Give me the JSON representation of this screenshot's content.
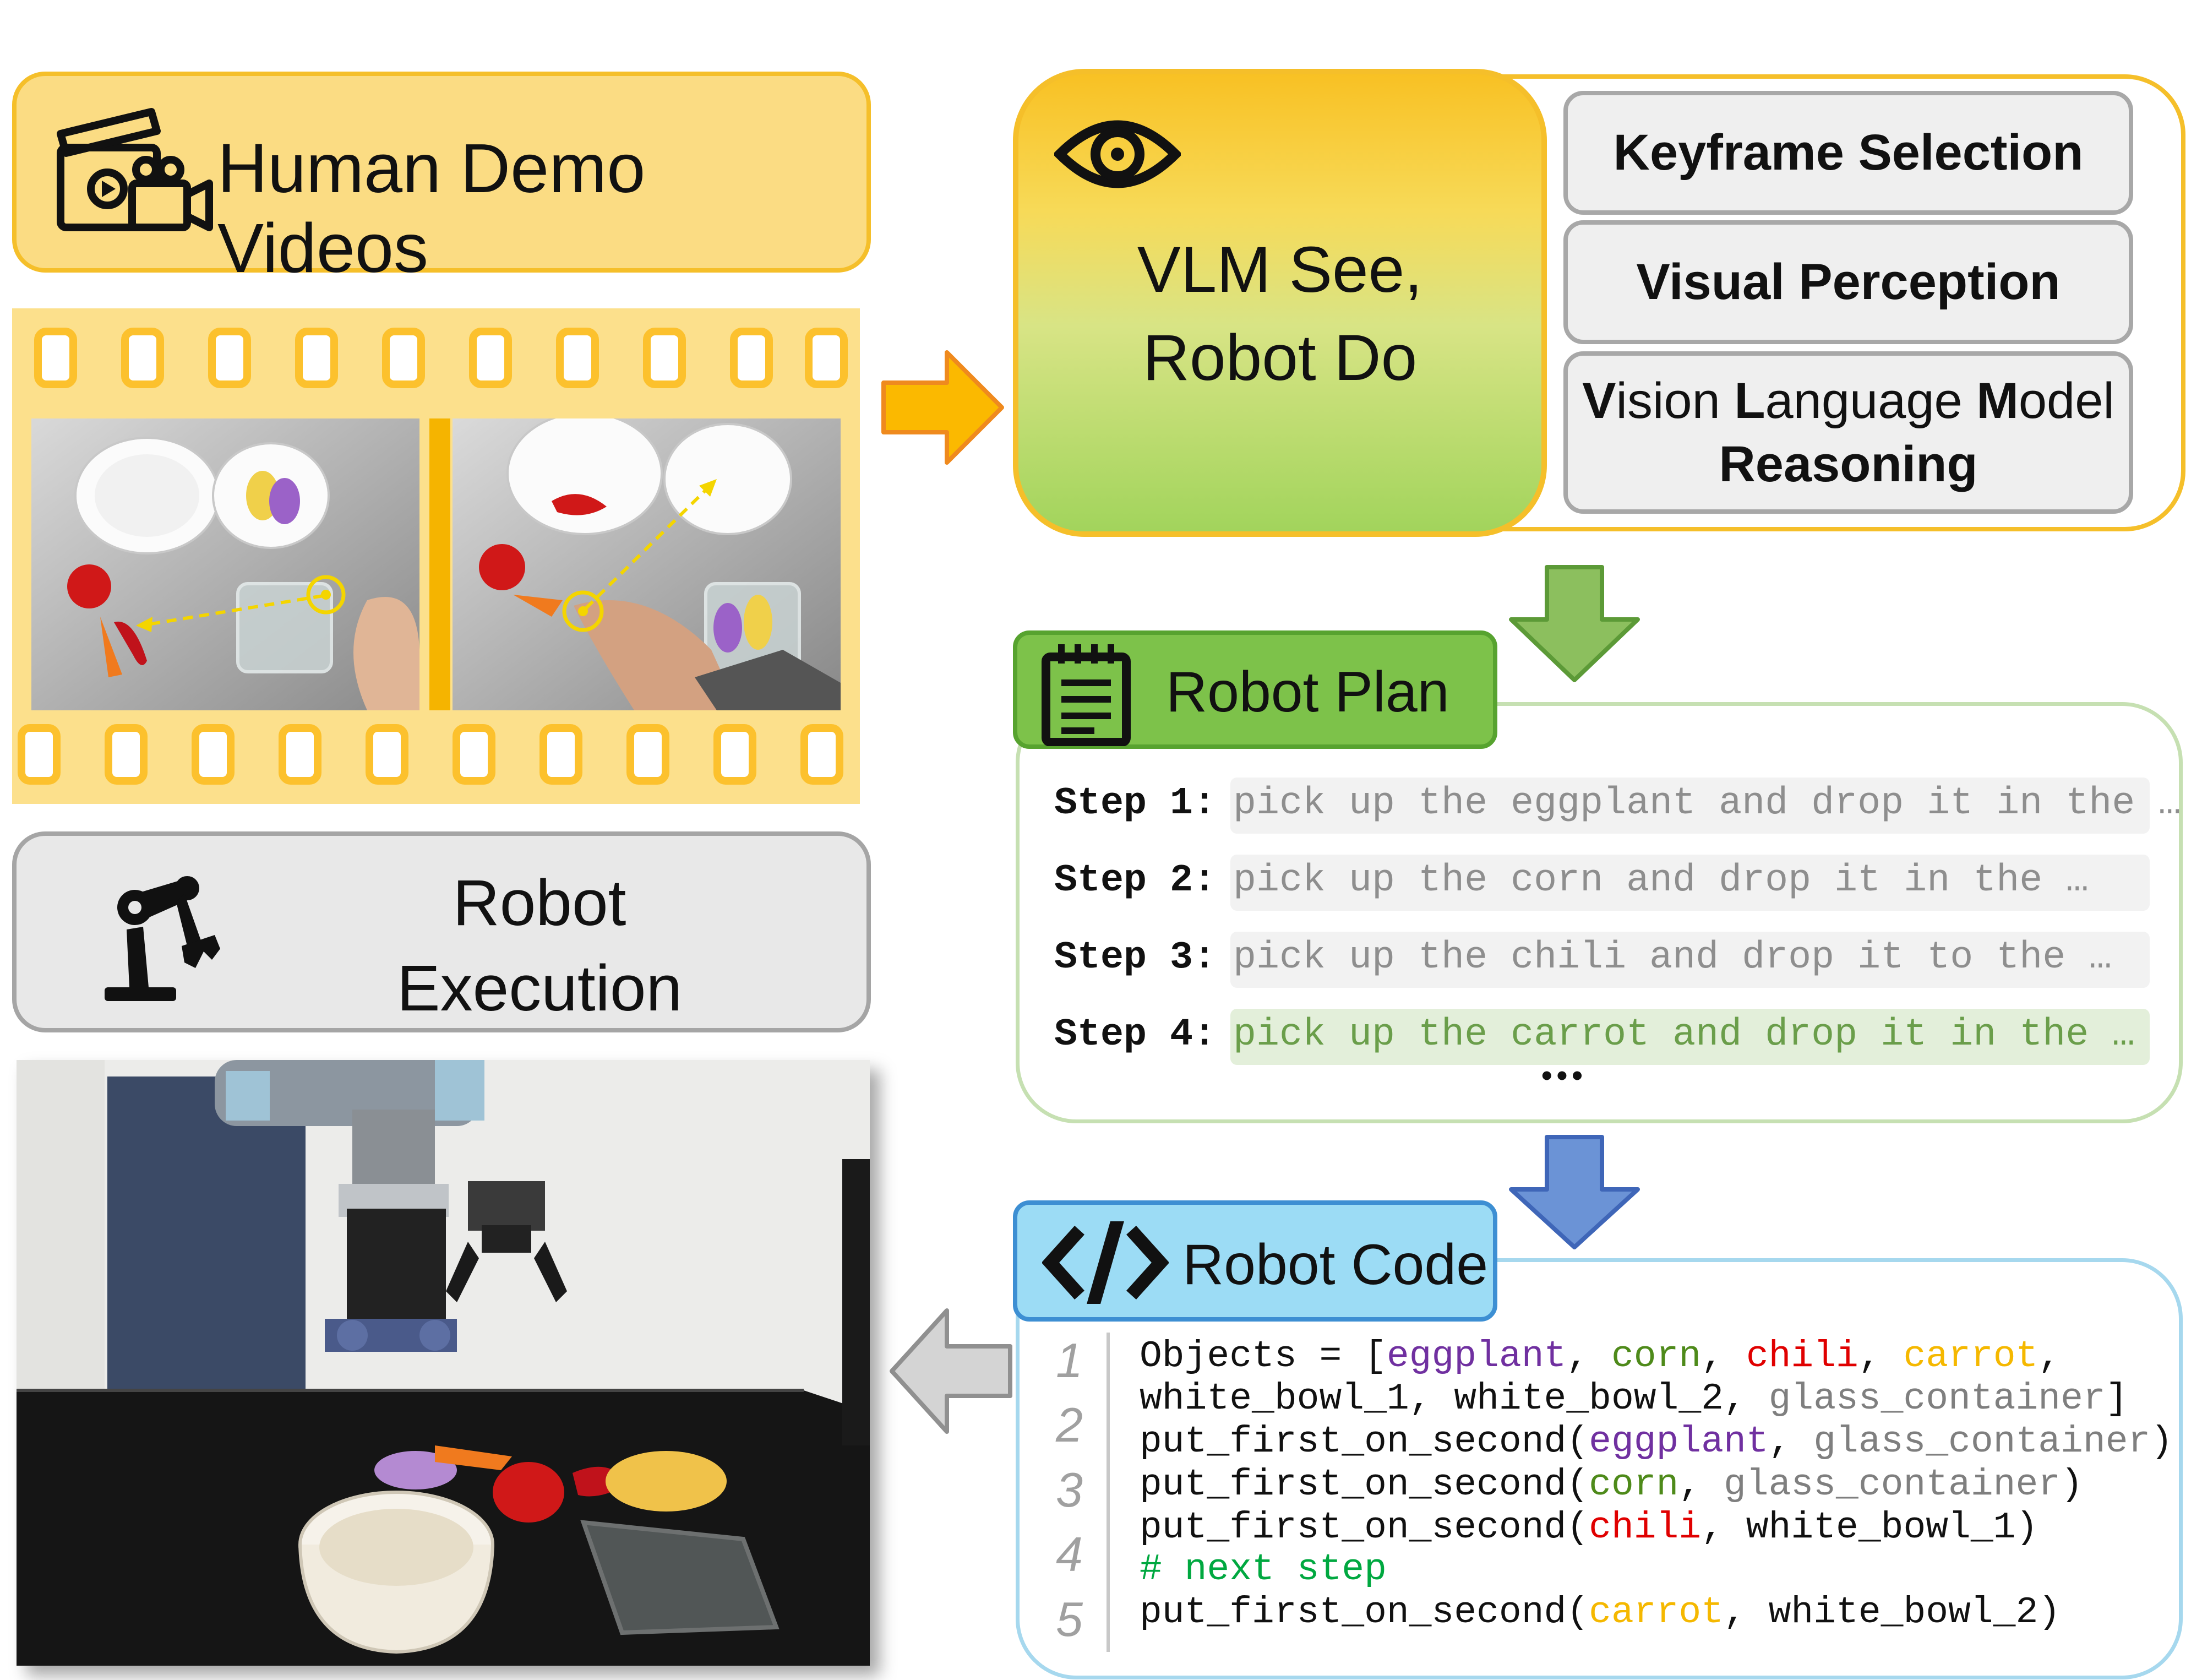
{
  "demo": {
    "title": "Human Demo Videos"
  },
  "vlm": {
    "title_line1": "VLM See,",
    "title_line2": "Robot Do",
    "modules": {
      "keyframe": "Keyframe Selection",
      "perception": "Visual Perception",
      "reasoning": {
        "v": "V",
        "ision": "ision ",
        "l": "L",
        "anguage": "anguage ",
        "m": "M",
        "odel": "odel",
        "line2": "Reasoning"
      }
    }
  },
  "plan": {
    "title": "Robot Plan",
    "steps": [
      {
        "label": "Step 1:",
        "text": "pick up the eggplant and drop it in the …"
      },
      {
        "label": "Step 2:",
        "text": "pick up the corn and drop it in the …"
      },
      {
        "label": "Step 3:",
        "text": "pick up the chili and drop it to the …"
      },
      {
        "label": "Step 4:",
        "text": "pick up the carrot and drop it in the …"
      }
    ],
    "ellipsis": "•••"
  },
  "code": {
    "title": "Robot Code",
    "line_numbers": [
      "1",
      "2",
      "3",
      "4",
      "5"
    ],
    "l1": {
      "a": "Objects = [",
      "eggplant": "eggplant",
      "s1": ", ",
      "corn": "corn",
      "s2": ", ",
      "chili": "chili",
      "s3": ", ",
      "carrot": "carrot",
      "s4": ","
    },
    "l2": {
      "a": "white_bowl_1, white_bowl_2, ",
      "glass": "glass_container",
      "b": "]"
    },
    "l3": {
      "a": "put_first_on_second(",
      "eggplant": "eggplant",
      "s": ", ",
      "glass": "glass_container",
      "b": ")"
    },
    "l4": {
      "a": "put_first_on_second(",
      "corn": "corn",
      "s": ", ",
      "glass": "glass_container",
      "b": ")"
    },
    "l5": {
      "a": "put_first_on_second(",
      "chili": "chili",
      "b": ", white_bowl_1)"
    },
    "l6": {
      "comment": "# next step"
    },
    "l7": {
      "a": "put_first_on_second(",
      "carrot": "carrot",
      "b": ", white_bowl_2)"
    }
  },
  "execution": {
    "title_line1": "Robot",
    "title_line2": "Execution"
  },
  "colors": {
    "demo_fill": "#fbdc83",
    "demo_border": "#f5bf2a",
    "plan_green": "#7dc24a",
    "code_blue": "#9cdcf5",
    "arrow_orange": "#fbb900",
    "arrow_green": "#8cbf5e",
    "arrow_blue": "#6b93d6",
    "arrow_gray": "#d4d4d4"
  },
  "icons": [
    "clapperboard-video-icon",
    "eye-icon",
    "notepad-icon",
    "code-brackets-icon",
    "robot-arm-icon"
  ]
}
